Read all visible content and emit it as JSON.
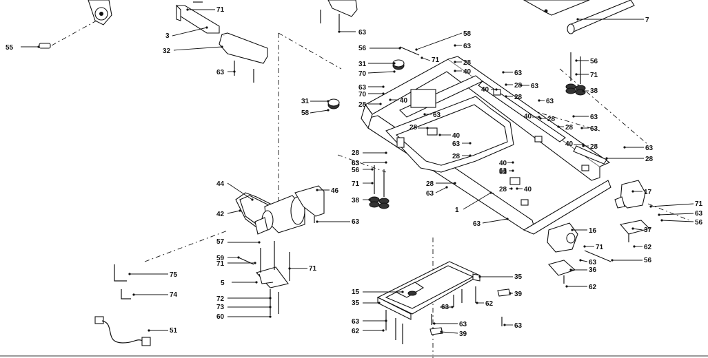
{
  "callouts": [
    {
      "id": "c-55",
      "text": "55"
    },
    {
      "id": "c-71a",
      "text": "71"
    },
    {
      "id": "c-3",
      "text": "3"
    },
    {
      "id": "c-32",
      "text": "32"
    },
    {
      "id": "c-63a",
      "text": "63"
    },
    {
      "id": "c-63b",
      "text": "63"
    },
    {
      "id": "c-7",
      "text": "7"
    },
    {
      "id": "c-58a",
      "text": "58"
    },
    {
      "id": "c-56a",
      "text": "56"
    },
    {
      "id": "c-63c",
      "text": "63"
    },
    {
      "id": "c-71b",
      "text": "71"
    },
    {
      "id": "c-31a",
      "text": "31"
    },
    {
      "id": "c-28a",
      "text": "28"
    },
    {
      "id": "c-70a",
      "text": "70"
    },
    {
      "id": "c-40a",
      "text": "40"
    },
    {
      "id": "c-63d",
      "text": "63"
    },
    {
      "id": "c-56b",
      "text": "56"
    },
    {
      "id": "c-71c",
      "text": "71"
    },
    {
      "id": "c-40b",
      "text": "40"
    },
    {
      "id": "c-28b",
      "text": "28"
    },
    {
      "id": "c-63e",
      "text": "63"
    },
    {
      "id": "c-28c",
      "text": "28"
    },
    {
      "id": "c-38a",
      "text": "38"
    },
    {
      "id": "c-63f",
      "text": "63"
    },
    {
      "id": "c-70b",
      "text": "70"
    },
    {
      "id": "c-31b",
      "text": "31"
    },
    {
      "id": "c-40c",
      "text": "40"
    },
    {
      "id": "c-28d",
      "text": "28"
    },
    {
      "id": "c-63g",
      "text": "63"
    },
    {
      "id": "c-58b",
      "text": "58"
    },
    {
      "id": "c-63h",
      "text": "63"
    },
    {
      "id": "c-28e",
      "text": "28"
    },
    {
      "id": "c-40d",
      "text": "40"
    },
    {
      "id": "c-28f",
      "text": "28"
    },
    {
      "id": "c-63i",
      "text": "63"
    },
    {
      "id": "c-40e",
      "text": "40"
    },
    {
      "id": "c-28g",
      "text": "28"
    },
    {
      "id": "c-63j",
      "text": "63"
    },
    {
      "id": "c-63k",
      "text": "63"
    },
    {
      "id": "c-28h",
      "text": "28"
    },
    {
      "id": "c-63l",
      "text": "63"
    },
    {
      "id": "c-40f",
      "text": "40"
    },
    {
      "id": "c-63m",
      "text": "63"
    },
    {
      "id": "c-28i",
      "text": "28"
    },
    {
      "id": "c-63n",
      "text": "63"
    },
    {
      "id": "c-28j",
      "text": "28"
    },
    {
      "id": "c-28k",
      "text": "28"
    },
    {
      "id": "c-63o",
      "text": "63"
    },
    {
      "id": "c-56c",
      "text": "56"
    },
    {
      "id": "c-40g",
      "text": "40"
    },
    {
      "id": "c-63p",
      "text": "63"
    },
    {
      "id": "c-44",
      "text": "44"
    },
    {
      "id": "c-46",
      "text": "46"
    },
    {
      "id": "c-71d",
      "text": "71"
    },
    {
      "id": "c-28l",
      "text": "28"
    },
    {
      "id": "c-40h",
      "text": "40"
    },
    {
      "id": "c-63q",
      "text": "63"
    },
    {
      "id": "c-42",
      "text": "42"
    },
    {
      "id": "c-38b",
      "text": "38"
    },
    {
      "id": "c-63r",
      "text": "63"
    },
    {
      "id": "c-17",
      "text": "17"
    },
    {
      "id": "c-71e",
      "text": "71"
    },
    {
      "id": "c-1",
      "text": "1"
    },
    {
      "id": "c-63s",
      "text": "63"
    },
    {
      "id": "c-56d",
      "text": "56"
    },
    {
      "id": "c-28m",
      "text": "28"
    },
    {
      "id": "c-63t",
      "text": "63"
    },
    {
      "id": "c-37",
      "text": "37"
    },
    {
      "id": "c-16",
      "text": "16"
    },
    {
      "id": "c-62a",
      "text": "62"
    },
    {
      "id": "c-57",
      "text": "57"
    },
    {
      "id": "c-71f",
      "text": "71"
    },
    {
      "id": "c-59",
      "text": "59"
    },
    {
      "id": "c-71g",
      "text": "71"
    },
    {
      "id": "c-71h",
      "text": "71"
    },
    {
      "id": "c-63u",
      "text": "63"
    },
    {
      "id": "c-56e",
      "text": "56"
    },
    {
      "id": "c-36",
      "text": "36"
    },
    {
      "id": "c-75",
      "text": "75"
    },
    {
      "id": "c-5",
      "text": "5"
    },
    {
      "id": "c-35a",
      "text": "35"
    },
    {
      "id": "c-62b",
      "text": "62"
    },
    {
      "id": "c-74",
      "text": "74"
    },
    {
      "id": "c-15",
      "text": "15"
    },
    {
      "id": "c-39a",
      "text": "39"
    },
    {
      "id": "c-72",
      "text": "72"
    },
    {
      "id": "c-35b",
      "text": "35"
    },
    {
      "id": "c-62c",
      "text": "62"
    },
    {
      "id": "c-63v",
      "text": "63"
    },
    {
      "id": "c-73",
      "text": "73"
    },
    {
      "id": "c-60",
      "text": "60"
    },
    {
      "id": "c-63w",
      "text": "63"
    },
    {
      "id": "c-63x",
      "text": "63"
    },
    {
      "id": "c-63y",
      "text": "63"
    },
    {
      "id": "c-51",
      "text": "51"
    },
    {
      "id": "c-62d",
      "text": "62"
    },
    {
      "id": "c-39b",
      "text": "39"
    }
  ]
}
